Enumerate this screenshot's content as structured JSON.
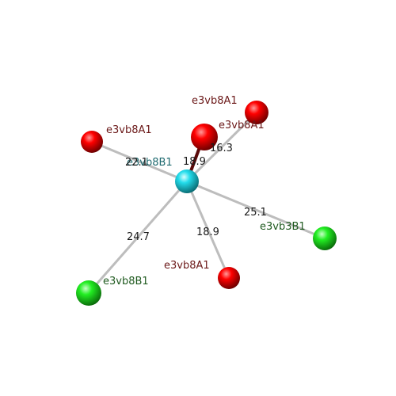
{
  "colors": {
    "red_atom": "#e00000",
    "green_atom": "#22dd22",
    "cyan_atom": "#22d8e8",
    "red_label": "#6b1818",
    "green_label": "#1f5a1f",
    "cyan_label": "#1f6a70",
    "bond": "#cfcfcf",
    "dark_bond": "#5a0a0a"
  },
  "center_atom": {
    "name": "e3vb8B1",
    "color": "cyan"
  },
  "neighbors": [
    {
      "name": "e3vb8A1",
      "color": "red",
      "distance": "22.1"
    },
    {
      "name": "e3vb8A1",
      "color": "red",
      "distance": "18.9"
    },
    {
      "name": "e3vb8A1",
      "color": "red",
      "distance": "16.3"
    },
    {
      "name": "e3vb3B1",
      "color": "green",
      "distance": "25.1"
    },
    {
      "name": "e3vb8A1",
      "color": "red",
      "distance": "18.9"
    },
    {
      "name": "e3vb8B1",
      "color": "green",
      "distance": "24.7"
    }
  ]
}
